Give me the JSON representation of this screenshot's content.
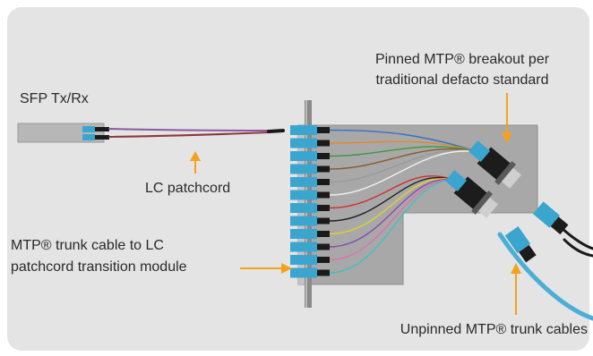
{
  "labels": {
    "sfp": "SFP Tx/Rx",
    "pinned_line1": "Pinned MTP® breakout per",
    "pinned_line2": "traditional defacto standard",
    "lc_patchcord": "LC patchcord",
    "trunk_line1": "MTP® trunk cable to LC",
    "trunk_line2": "patchcord transition module",
    "unpinned": "Unpinned MTP® trunk cables"
  },
  "colors": {
    "panel_background": "#e4e4e4",
    "module_body": "#a8a8a8",
    "connector_blue": "#3aa6cf",
    "arrow": "#f5a21a",
    "trunk_cable": "#4aaed6",
    "fiber_colors": [
      "#3b6fc4",
      "#e08a2a",
      "#3a9a3a",
      "#8a5a2a",
      "#9a9a9a",
      "#f0f0f0",
      "#d03030",
      "#202020",
      "#e0d030",
      "#8a4ab0",
      "#e070b0",
      "#40c0c0"
    ]
  },
  "icons": [
    "sfp-transceiver-icon",
    "lc-connector-icon",
    "mtp-connector-icon",
    "transition-module-icon"
  ]
}
